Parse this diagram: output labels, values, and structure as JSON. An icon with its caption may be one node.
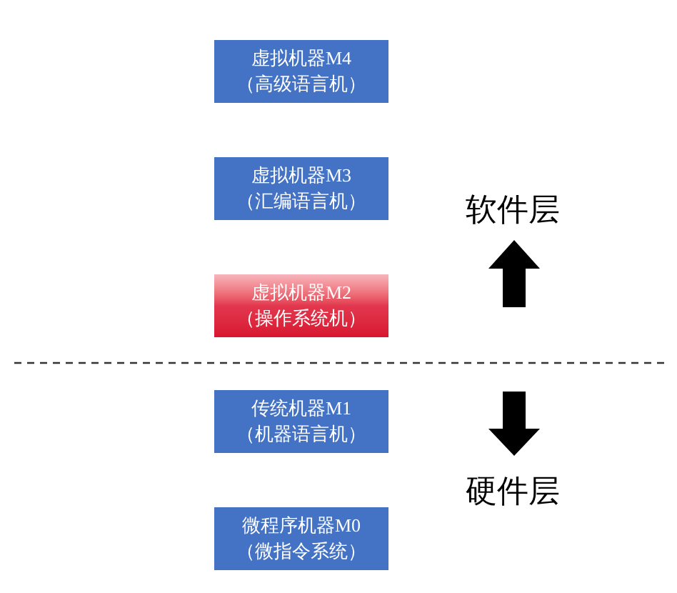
{
  "diagram": {
    "nodes": [
      {
        "text": [
          "虚拟机器M4",
          "（高级语言机）"
        ]
      },
      {
        "text": [
          "虚拟机器M3",
          "（汇编语言机）"
        ]
      },
      {
        "text": [
          "虚拟机器M2",
          "（操作系统机）"
        ]
      },
      {
        "text": [
          "传统机器M1",
          "（机器语言机）"
        ]
      },
      {
        "text": [
          "微程序机器M0",
          "（微指令系统）"
        ]
      }
    ],
    "labels": [
      "软件层",
      "硬件层"
    ]
  }
}
